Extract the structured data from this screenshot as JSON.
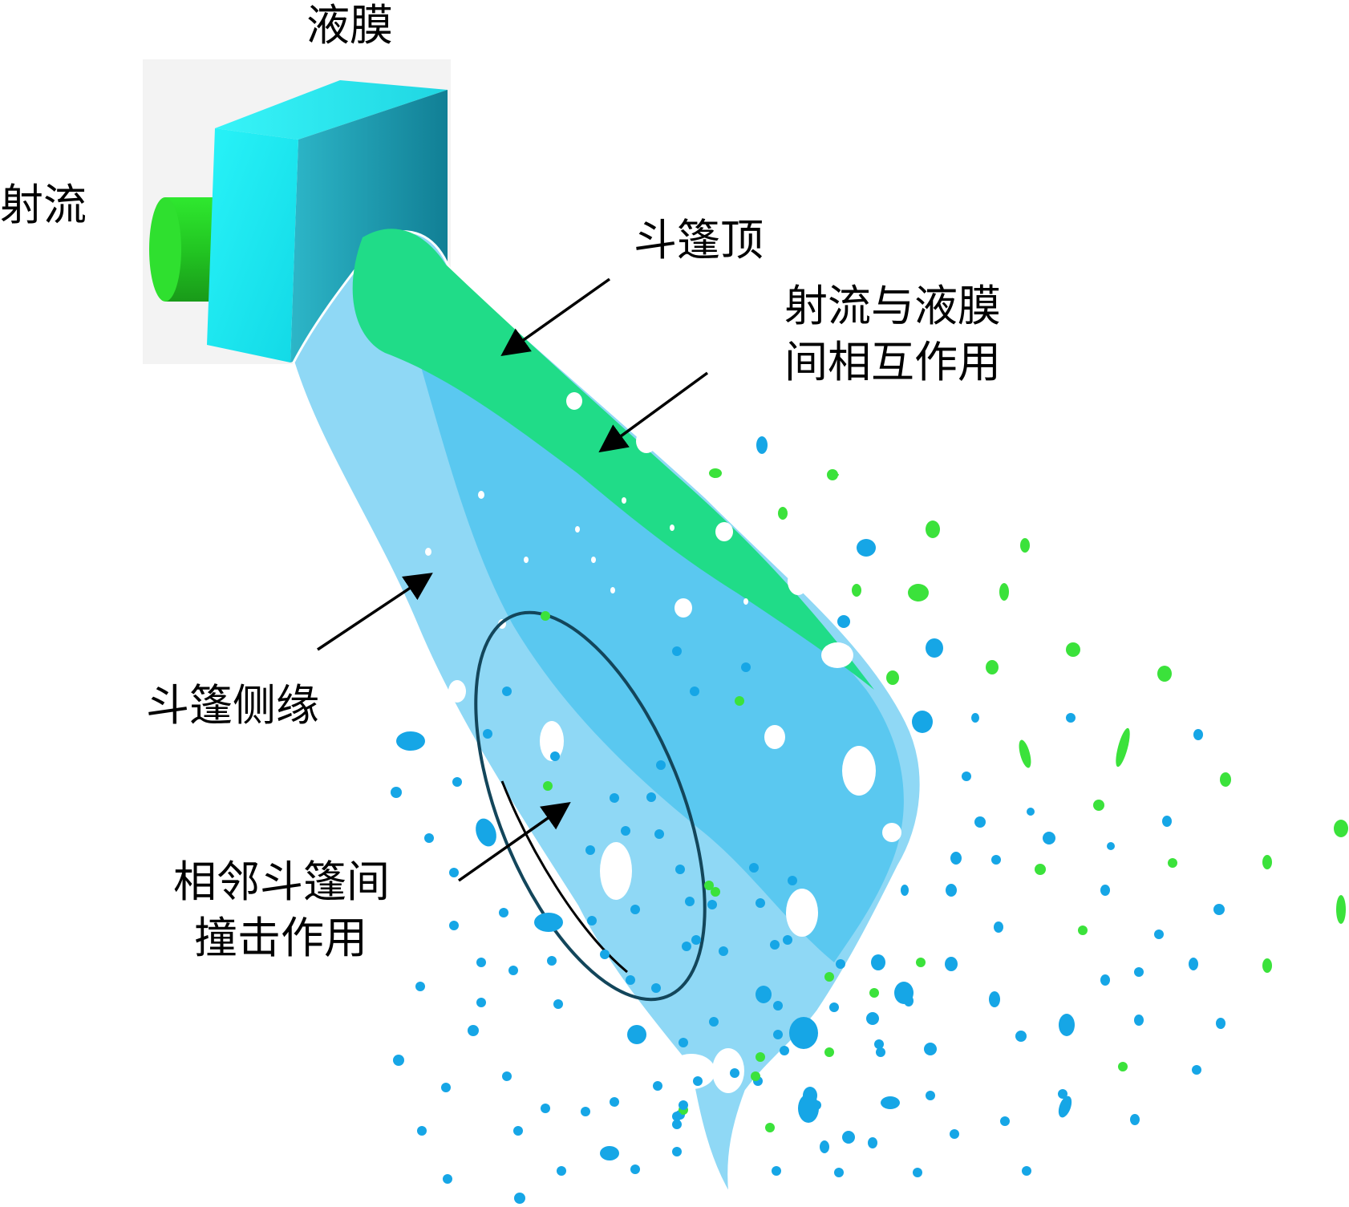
{
  "labels": {
    "liquid_film": "液膜",
    "jet": "射流",
    "cloak_top": "斗篷顶",
    "interaction_line1": "射流与液膜",
    "interaction_line2": "间相互作用",
    "cloak_edge": "斗篷侧缘",
    "collision_line1": "相邻斗篷间",
    "collision_line2": "撞击作用"
  },
  "colors": {
    "film_block_face": "#1ef1f7",
    "film_block_side": "#1aa2b6",
    "jet_cylinder": "#2bd92b",
    "cloak_outer": "#8fd8f5",
    "cloak_inner": "#5ac8f0",
    "cloak_top": "#20dc88",
    "droplet_blue": "#16a6e6",
    "droplet_green": "#3be23b",
    "arrow": "#000000"
  }
}
